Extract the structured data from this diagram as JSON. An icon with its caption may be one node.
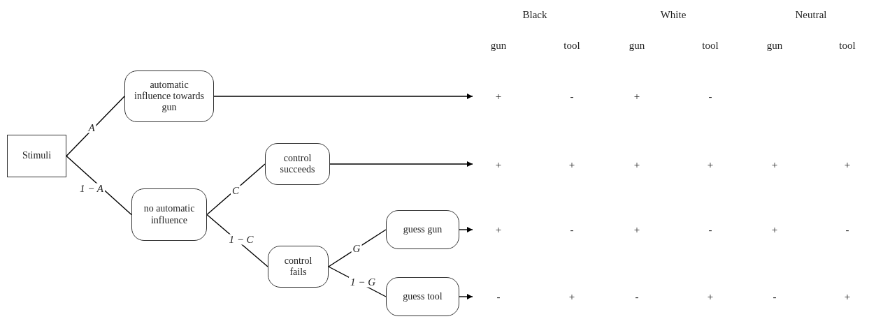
{
  "diagram": {
    "nodes": [
      {
        "text": [
          "Stimuli"
        ]
      },
      {
        "text": [
          "automatic influence towards gun"
        ]
      },
      {
        "text": [
          "no automatic influence"
        ]
      },
      {
        "text": [
          "control succeeds"
        ]
      },
      {
        "text": [
          "control fails"
        ]
      },
      {
        "text": [
          "guess gun"
        ]
      },
      {
        "text": [
          "guess tool"
        ]
      }
    ],
    "edges": [
      {
        "from": 0,
        "to": 1,
        "arrow": "none",
        "label": "A"
      },
      {
        "from": 0,
        "to": 2,
        "arrow": "none",
        "label": "1 − A"
      },
      {
        "from": 2,
        "to": 3,
        "arrow": "none",
        "label": "C"
      },
      {
        "from": 2,
        "to": 4,
        "arrow": "none",
        "label": "1 − C"
      },
      {
        "from": 4,
        "to": 5,
        "arrow": "none",
        "label": "G"
      },
      {
        "from": 4,
        "to": 6,
        "arrow": "none",
        "label": "1 − G"
      },
      {
        "from": 1,
        "to": null,
        "arrow": "to"
      },
      {
        "from": 3,
        "to": null,
        "arrow": "to"
      },
      {
        "from": 5,
        "to": null,
        "arrow": "to"
      },
      {
        "from": 6,
        "to": null,
        "arrow": "to"
      }
    ],
    "labels": [
      "Black",
      "White",
      "Neutral",
      "gun",
      "tool",
      "gun",
      "tool",
      "gun",
      "tool",
      "+",
      "-",
      "+",
      "-",
      "+",
      "+",
      "+",
      "+",
      "+",
      "+",
      "+",
      "-",
      "+",
      "-",
      "+",
      "-",
      "-",
      "+",
      "-",
      "+",
      "-",
      "+"
    ]
  }
}
